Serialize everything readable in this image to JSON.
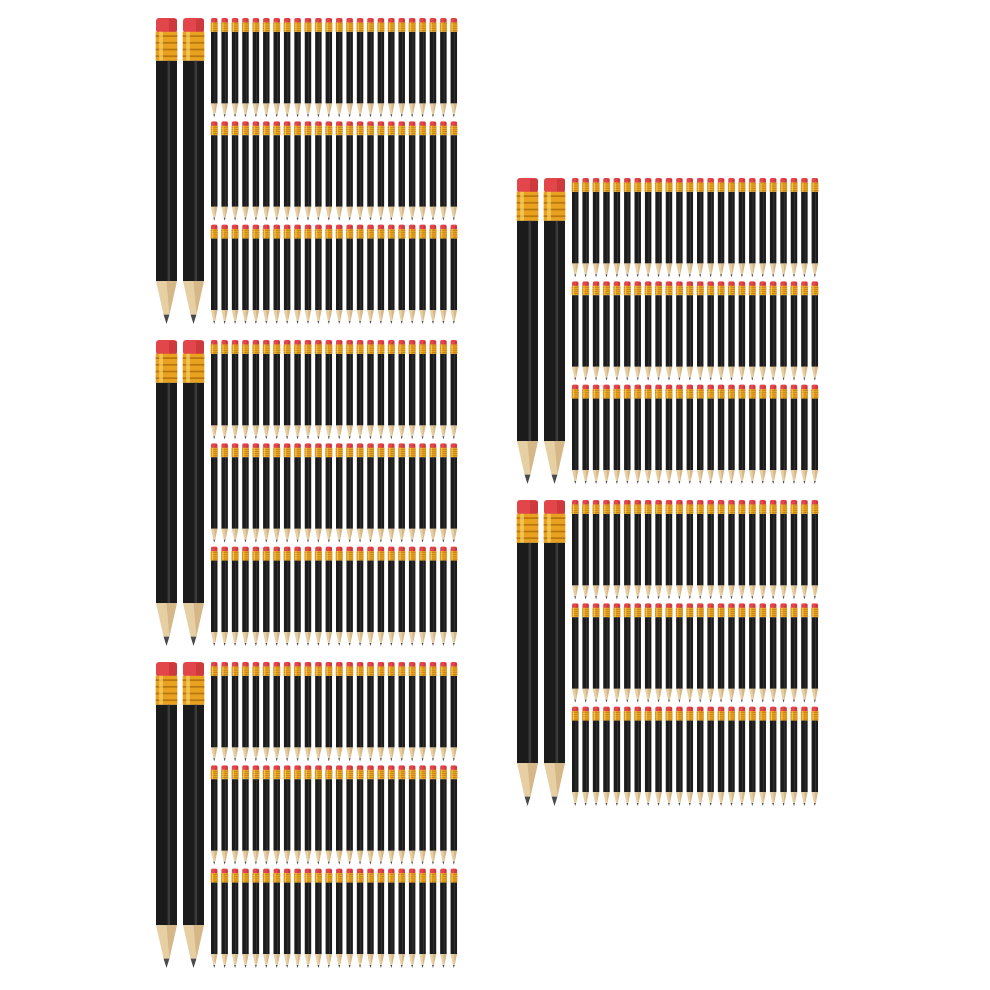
{
  "image": {
    "subject": "black-pencil-bundles-icon",
    "background_color": "#ffffff",
    "colors": {
      "eraser": "#e2454a",
      "eraser_shadow": "#b52a30",
      "ferrule": "#e8a21f",
      "ferrule_dark": "#b9770f",
      "ferrule_light": "#f7d46a",
      "body": "#1b1b1b",
      "body_highlight": "#3a3a3a",
      "wood": "#e7cfa4",
      "wood_shade": "#caa676",
      "lead": "#4a4a4a"
    },
    "bundles": [
      {
        "id": "bundle-1",
        "large_pencils": 2,
        "small_rows": 3,
        "small_per_row": 24
      },
      {
        "id": "bundle-2",
        "large_pencils": 2,
        "small_rows": 3,
        "small_per_row": 24
      },
      {
        "id": "bundle-3",
        "large_pencils": 2,
        "small_rows": 3,
        "small_per_row": 24
      },
      {
        "id": "bundle-4",
        "large_pencils": 2,
        "small_rows": 3,
        "small_per_row": 24
      },
      {
        "id": "bundle-5",
        "large_pencils": 2,
        "small_rows": 3,
        "small_per_row": 24
      }
    ]
  }
}
